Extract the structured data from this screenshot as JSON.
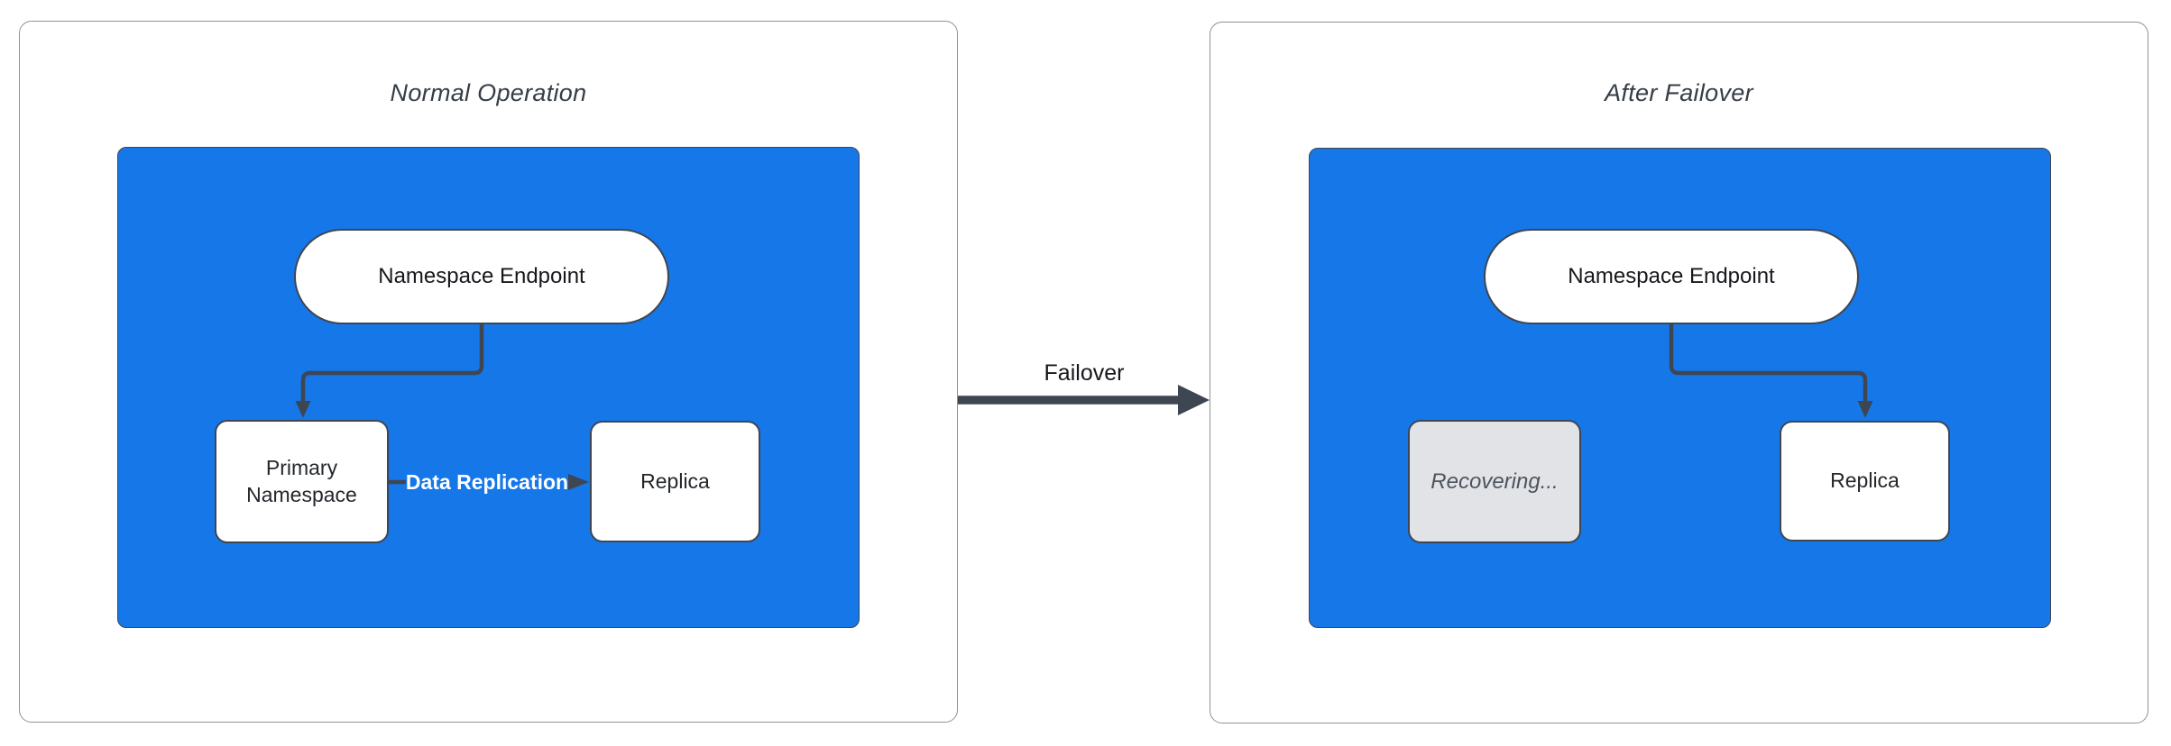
{
  "diagram": {
    "left_panel": {
      "title": "Normal Operation",
      "endpoint": "Namespace Endpoint",
      "primary": "Primary Namespace",
      "replica": "Replica",
      "edge_label": "Data Replication"
    },
    "right_panel": {
      "title": "After Failover",
      "endpoint": "Namespace Endpoint",
      "recovering": "Recovering...",
      "replica": "Replica"
    },
    "transition_label": "Failover"
  },
  "colors": {
    "container_blue": "#1677e8",
    "edge_dark": "#3e4652",
    "node_border": "#3e4652",
    "recovering_fill": "#e2e3e6",
    "recovering_text": "#4d545e",
    "panel_border": "#919191",
    "background": "#ffffff"
  }
}
